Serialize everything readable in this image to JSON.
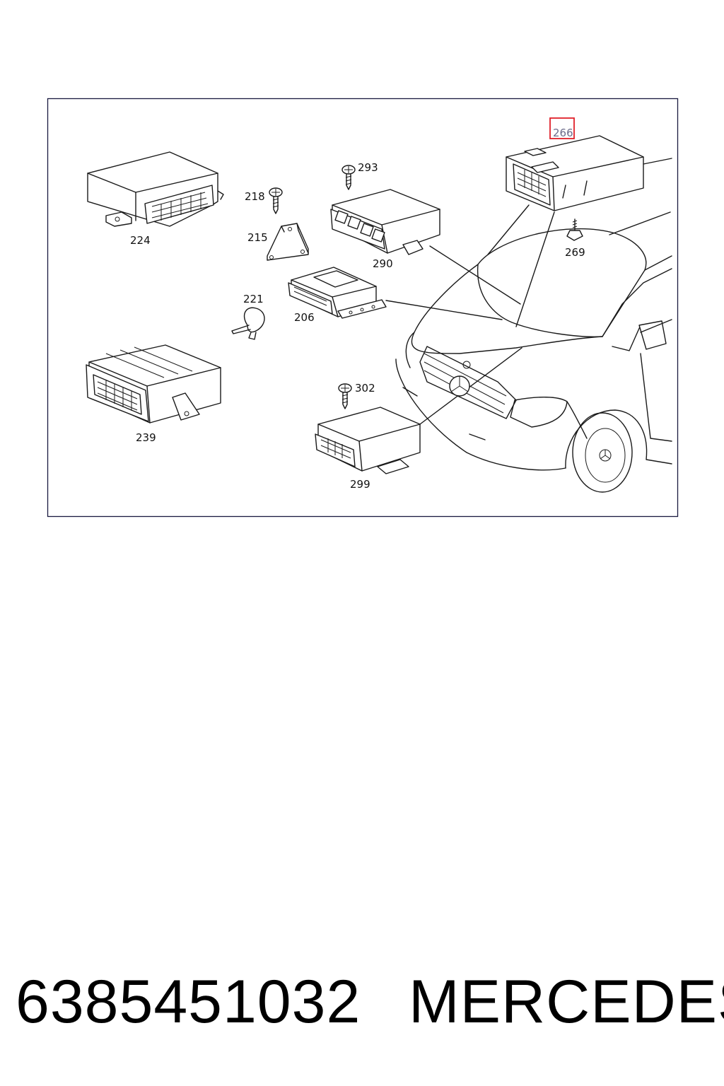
{
  "diagram": {
    "labels": {
      "p224": "224",
      "p218": "218",
      "p215": "215",
      "p293": "293",
      "p290": "290",
      "p221": "221",
      "p206": "206",
      "p239": "239",
      "p302": "302",
      "p299": "299",
      "p266": "266",
      "p269": "269"
    },
    "highlight": {
      "part": "266",
      "color": "#e0202a"
    }
  },
  "footer": {
    "part_number": "6385451032",
    "brand": "MERCEDES"
  }
}
